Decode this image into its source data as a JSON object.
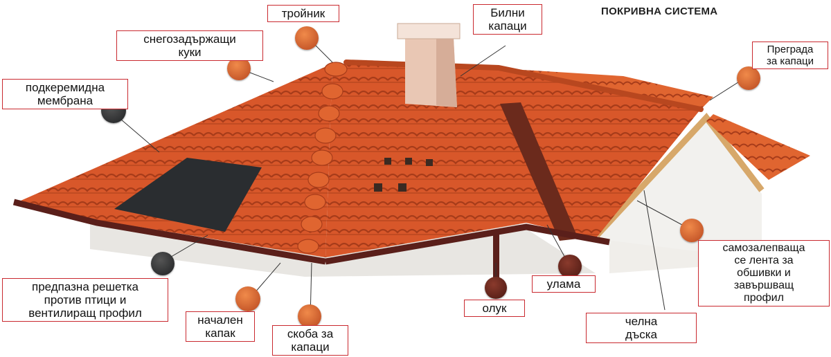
{
  "title": "ПОКРИВНА СИСТЕМА",
  "labels": {
    "troynik": "тройник",
    "snow_hooks": "снегозадържащи\nкуки",
    "membrane": "подкеремидна\nмембрана",
    "ridge_caps": "Билни\nкапаци",
    "cap_barrier": "Преграда\nза капаци",
    "bird_grille": "предпазна решетка\nпротив птици и\nвентилиращ профил",
    "start_cap": "начален\nкапак",
    "cap_bracket": "скоба за\nкапаци",
    "gutter": "олук",
    "valley": "улама",
    "self_adhesive_tape": "самозалепваща\nсе лента за\nобшивки и\nзавършващ\nпрофил",
    "fascia_board": "челна\nдъска"
  },
  "colors": {
    "tile": "#d8572a",
    "tile_dark": "#a73c1a",
    "tile_light": "#e8733f",
    "membrane": "#2a2d30",
    "gutter": "#5a1f1a",
    "wall": "#ece9e4",
    "chimney": "#e9c7b4",
    "accent": "#c9282e"
  }
}
